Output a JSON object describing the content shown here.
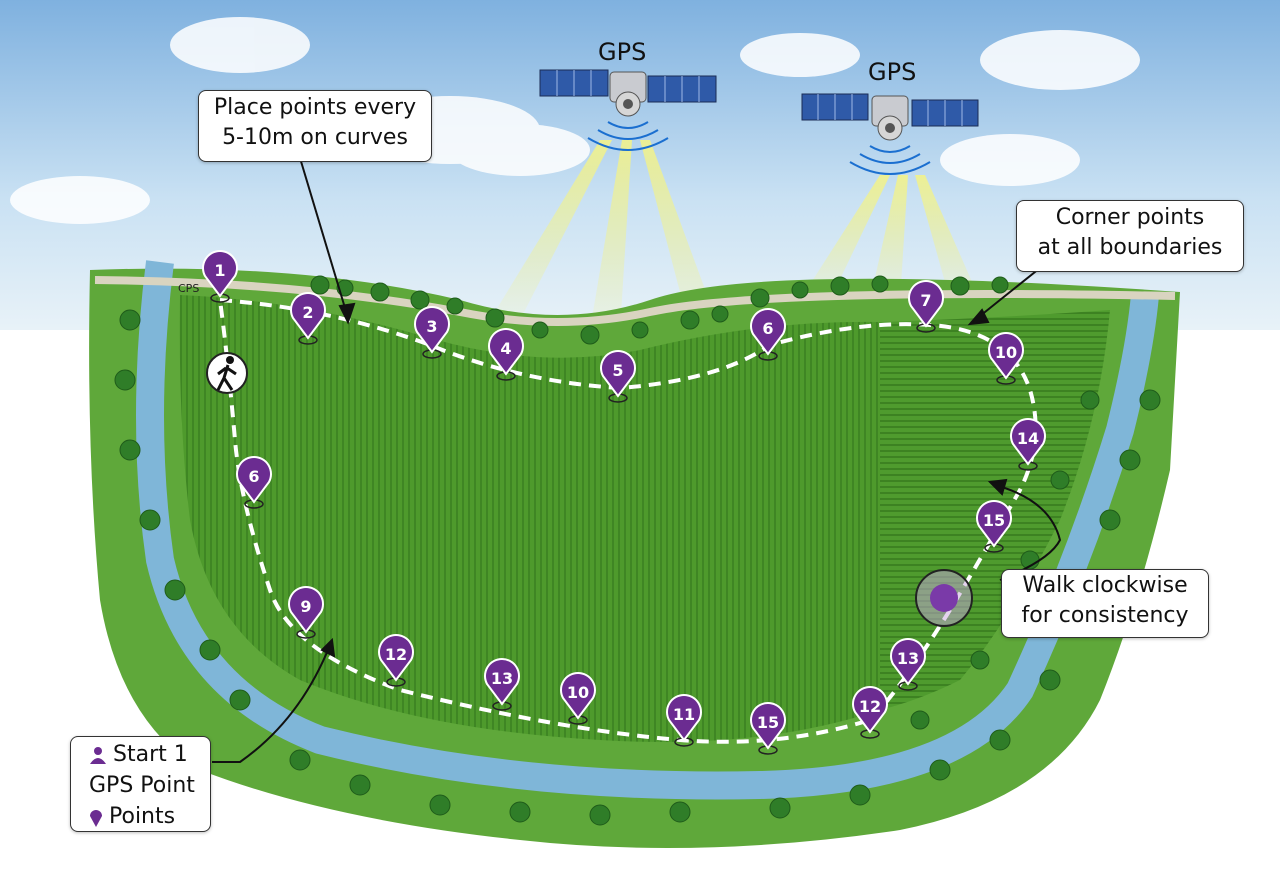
{
  "satellites": [
    {
      "label": "GPS"
    },
    {
      "label": "GPS"
    }
  ],
  "callouts": {
    "place_points": [
      "Place points every",
      "5-10m on curves"
    ],
    "corner_points": [
      "Corner points",
      "at all boundaries"
    ],
    "walk_clockwise": [
      "Walk clockwise",
      "for consistency"
    ]
  },
  "legend": {
    "line1": "Start 1",
    "line2": "GPS Point",
    "line3": "Points"
  },
  "field_sign": "CPS",
  "markers": [
    "1",
    "2",
    "3",
    "4",
    "5",
    "6",
    "7",
    "10",
    "14",
    "15",
    "13",
    "12",
    "15",
    "11",
    "10",
    "13",
    "12",
    "9",
    "6"
  ],
  "colors": {
    "marker": "#6b2c91",
    "path": "#ffffff",
    "field": "#4f9a2f",
    "river": "#7fb6d8",
    "sky": "#9cc6e8"
  },
  "icons": [
    "satellite-icon",
    "hiker-icon",
    "person-icon",
    "pin-icon"
  ]
}
